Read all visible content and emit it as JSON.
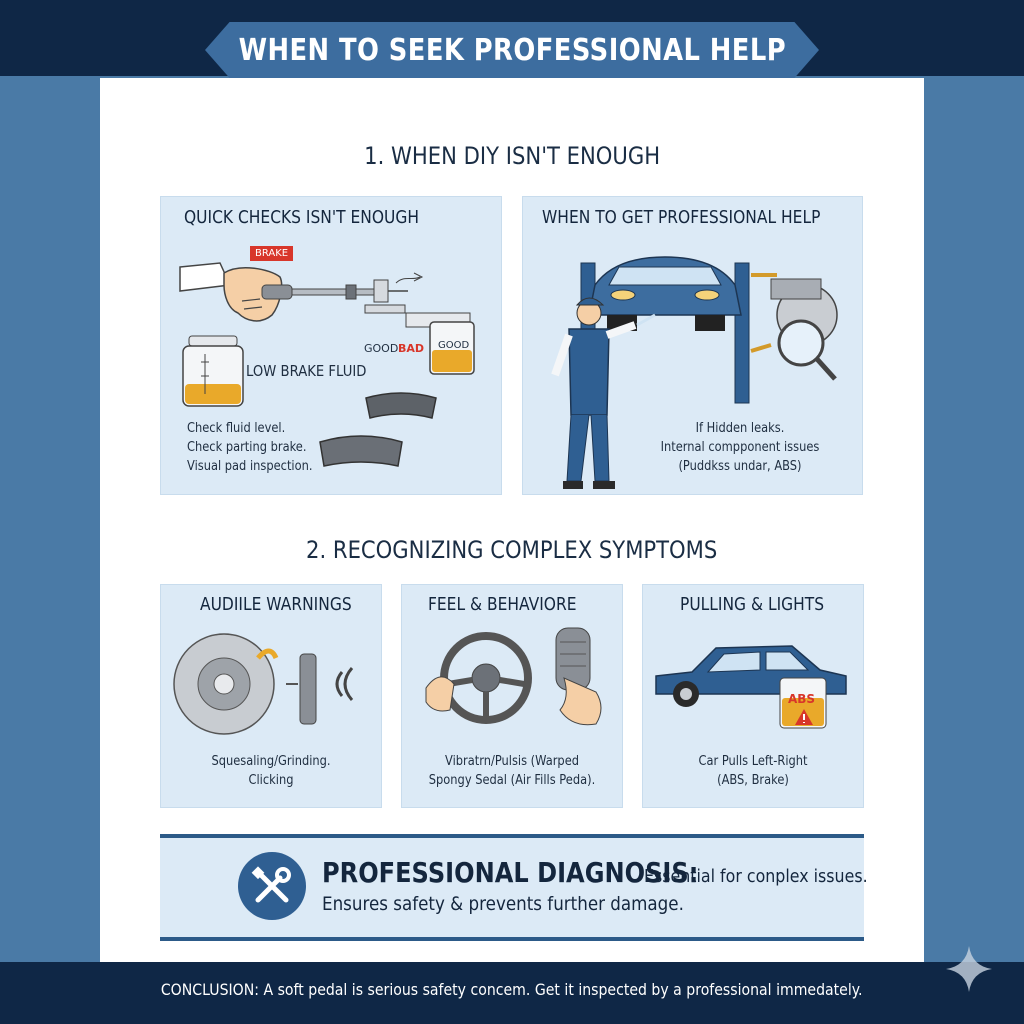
{
  "header": {
    "title": "WHEN TO SEEK PROFESSIONAL HELP"
  },
  "section1": {
    "heading": "1. WHEN DIY ISN'T ENOUGH",
    "left_card": {
      "title": "QUICK CHECKS ISN'T ENOUGH",
      "brake_tag": "BRAKE",
      "good_label_1": "GOOD",
      "bad_label": "BAD",
      "good_label_2": "GOOD",
      "fluid_label": "LOW BRAKE FLUID",
      "checks": [
        "Check fluid level.",
        "Check parting brake.",
        "Visual pad inspection."
      ]
    },
    "right_card": {
      "title": "WHEN TO GET PROFESSIONAL HELP",
      "notes": [
        "If Hidden leaks.",
        "Internal compponent issues",
        "(Puddkss undar, ABS)"
      ]
    }
  },
  "section2": {
    "heading": "2. RECOGNIZING COMPLEX SYMPTOMS",
    "cards": [
      {
        "title": "AUDIILE WARNINGS",
        "lines": [
          "Squesaling/Grinding.",
          "Clicking"
        ]
      },
      {
        "title": "FEEL & BEHAVIORE",
        "lines": [
          "Vibratrn/Pulsis (Warped",
          "Spongy Sedal (Air Fills Peda)."
        ]
      },
      {
        "title": "PULLING & LIGHTS",
        "warning_tag": "ABS",
        "lines": [
          "Car Pulls Left-Right",
          "(ABS, Brake)"
        ]
      }
    ]
  },
  "diagnosis": {
    "title": "PROFESSIONAL DIAGNOSIS:",
    "subtitle": "Essential for conplex issues.",
    "line2": "Ensures safety & prevents further damage."
  },
  "footer": {
    "conclusion": "CONCLUSION: A soft pedal is serious safety concem. Get it inspected by a professional immedately."
  },
  "icons": [
    "wrench-screwdriver-icon",
    "sparkle-icon",
    "warning-icon"
  ],
  "colors": {
    "navy": "#0f2746",
    "steel_blue": "#4a7aa6",
    "card_bg": "#dceaf6",
    "accent_blue": "#2f5f92",
    "fluid_amber": "#e9a92a",
    "warning_red": "#d8362a"
  }
}
